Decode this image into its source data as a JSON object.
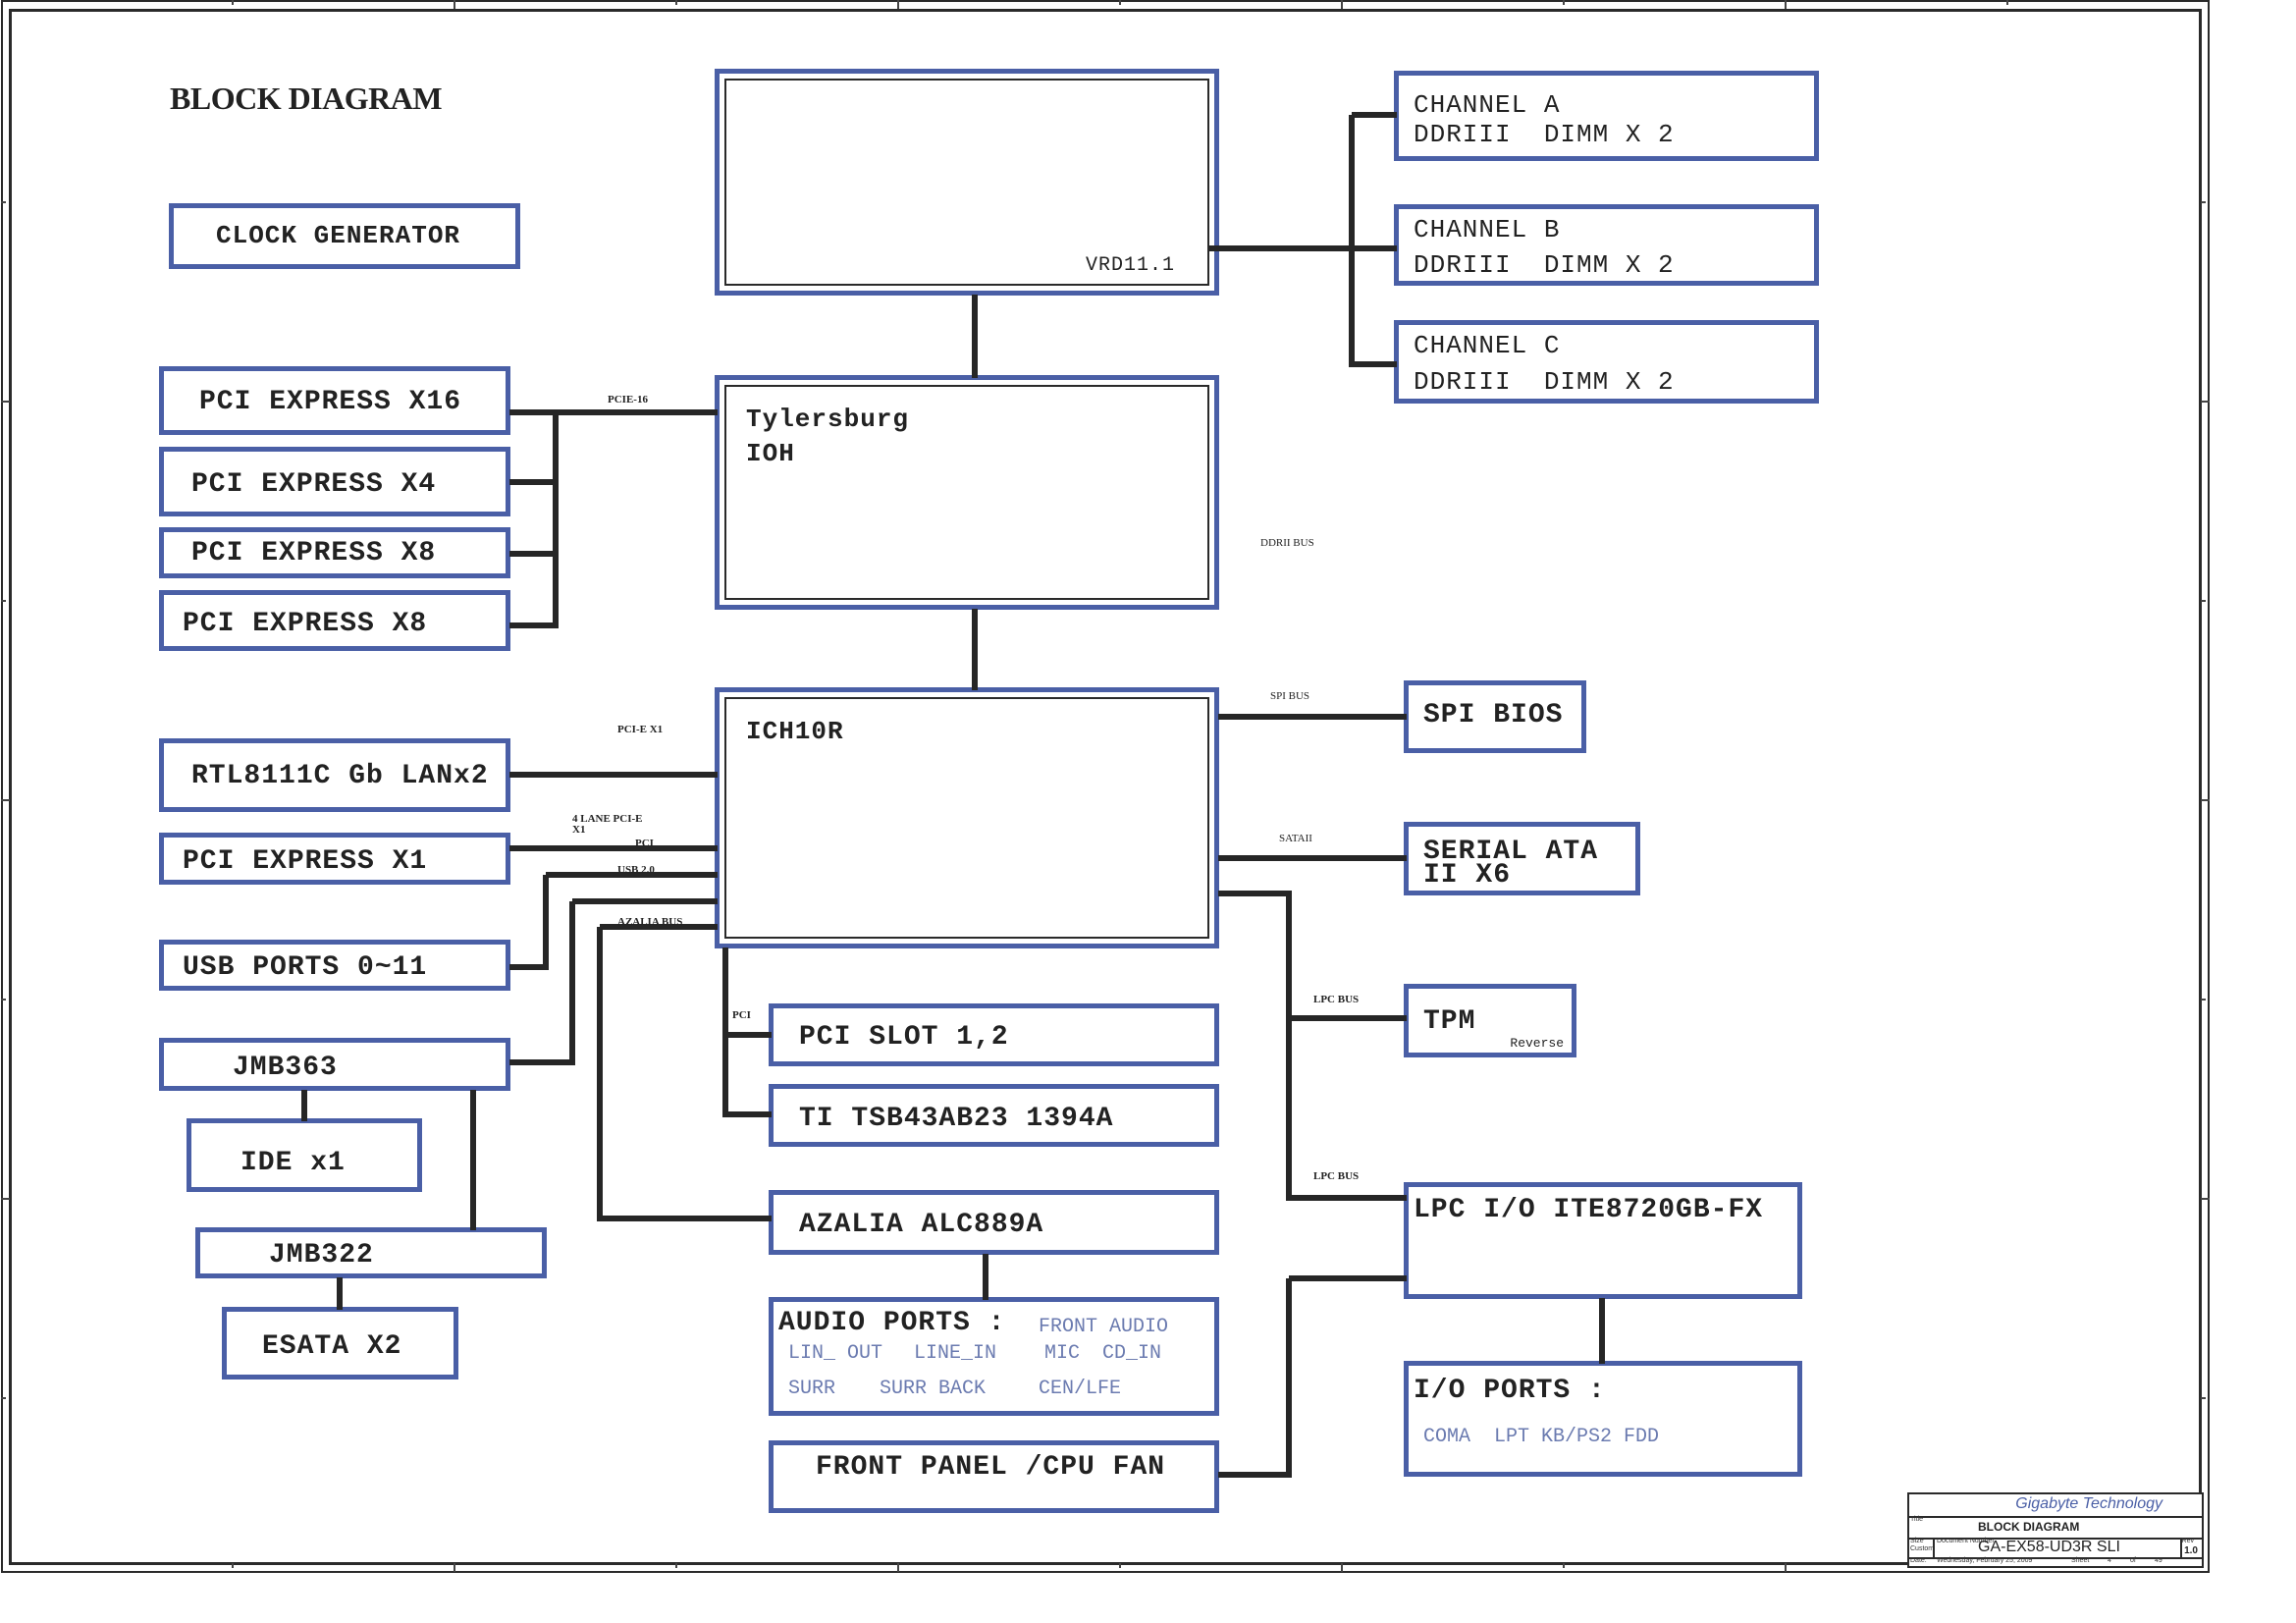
{
  "title": "BLOCK DIAGRAM",
  "blocks": {
    "clock_generator": "CLOCK GENERATOR",
    "vrd": "VRD11.1",
    "ioh_line1": "Tylersburg",
    "ioh_line2": "IOH",
    "ich": "ICH10R",
    "channel_a_line1": "CHANNEL A",
    "channel_a_line2": "DDRIII  DIMM X 2",
    "channel_b_line1": "CHANNEL B",
    "channel_b_line2": "DDRIII  DIMM X 2",
    "channel_c_line1": "CHANNEL C",
    "channel_c_line2": "DDRIII  DIMM X 2",
    "pcie_x16": "PCI EXPRESS X16",
    "pcie_x4": "PCI EXPRESS X4",
    "pcie_x8_a": "PCI EXPRESS X8",
    "pcie_x8_b": "PCI EXPRESS X8",
    "lan": "RTL8111C Gb LANx2",
    "pcie_x1": "PCI EXPRESS X1",
    "usb_ports": "USB PORTS 0~11",
    "jmb363": "JMB363",
    "ide": "IDE x1",
    "jmb322": "JMB322",
    "esata": "ESATA X2",
    "pci_slot": "PCI SLOT 1,2",
    "ti_1394": "TI TSB43AB23 1394A",
    "azalia": "AZALIA ALC889A",
    "audio_ports_title": "AUDIO PORTS :",
    "audio_ports_items": {
      "front_audio": "FRONT AUDIO",
      "lin_out": "LIN_ OUT",
      "line_in": "LINE_IN",
      "mic": "MIC",
      "cd_in": "CD_IN",
      "surr": "SURR",
      "surr_back": "SURR BACK",
      "cen_lfe": "CEN/LFE"
    },
    "front_panel": "FRONT PANEL /CPU FAN",
    "spi_bios": "SPI BIOS",
    "sata_line1": "SERIAL ATA",
    "sata_line2": "II X6",
    "tpm": "TPM",
    "tpm_note": "Reverse",
    "lpc_io": "LPC I/O ITE8720GB-FX",
    "io_ports_title": "I/O PORTS :",
    "io_ports_items": "COMA  LPT KB/PS2 FDD"
  },
  "bus_labels": {
    "pcie16": "PCIE-16",
    "ddrii_bus": "DDRII BUS",
    "pcie_x1": "PCI-E X1",
    "four_lane_1": "4 LANE PCI-E",
    "four_lane_2": "X1",
    "pci_small": "PCI",
    "usb20": "USB 2.0",
    "azalia_bus": "AZALIA BUS",
    "pci": "PCI",
    "spi_bus": "SPI BUS",
    "sataii": "SATAII",
    "lpc_bus_1": "LPC BUS",
    "lpc_bus_2": "LPC BUS"
  },
  "title_block": {
    "company": "Gigabyte Technology",
    "title_label": "Title",
    "title": "BLOCK DIAGRAM",
    "size_label": "Size",
    "size": "Custom",
    "doc_label": "Document Number",
    "doc_number": "GA-EX58-UD3R SLI",
    "rev_label": "Rev",
    "rev": "1.0",
    "date_label": "Date:",
    "date": "Wednesday, February 25, 2009",
    "sheet_label": "Sheet",
    "sheet": "4",
    "of_label": "of",
    "sheet_total": "49"
  },
  "colors": {
    "block_border": "#4a5fa6",
    "line": "#262626",
    "light_text": "#6b7bb0"
  }
}
